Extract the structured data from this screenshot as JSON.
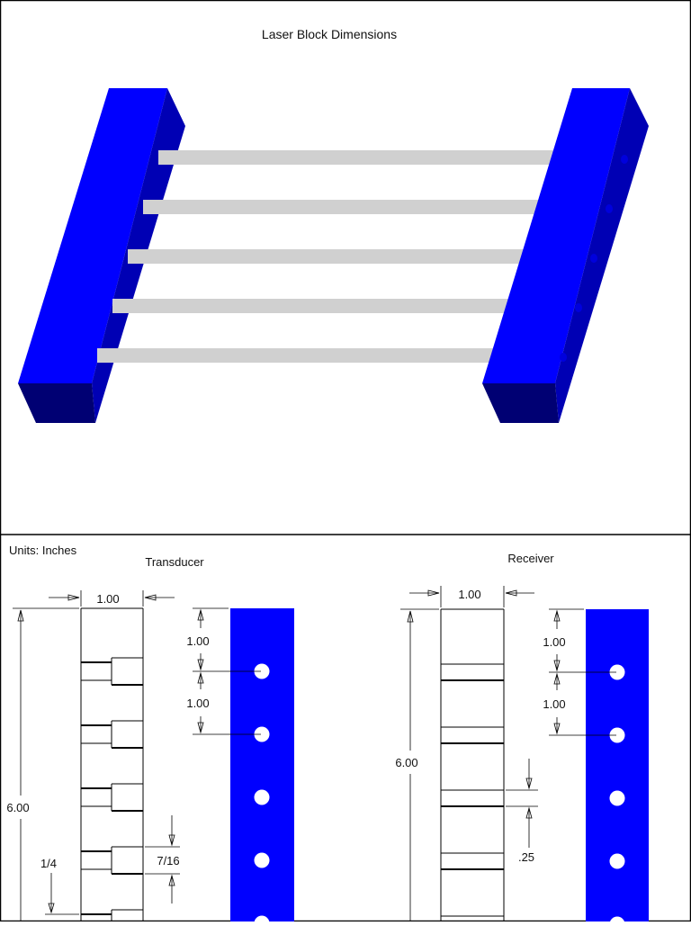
{
  "title": "Laser Block Dimensions",
  "units_label": "Units: Inches",
  "transducer": {
    "label": "Transducer",
    "width": "1.00",
    "height": "6.00",
    "hole_pitch_top": "1.00",
    "hole_pitch": "1.00",
    "counterbore_depth": "1/4",
    "counterbore_dia": "7/16"
  },
  "receiver": {
    "label": "Receiver",
    "width": "1.00",
    "height": "6.00",
    "hole_pitch_top": "1.00",
    "hole_pitch": "1.00",
    "slot_width": ".25"
  },
  "colors": {
    "block_front": "#0000ff",
    "block_side": "#0000b4",
    "block_dark": "#000073",
    "beam": "#d0d0d0",
    "line": "#000000"
  }
}
